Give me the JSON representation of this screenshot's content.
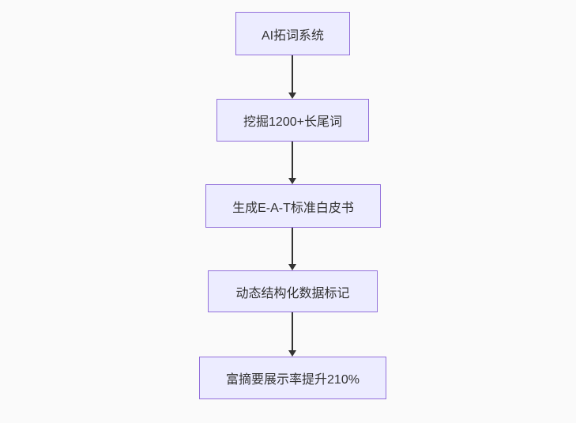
{
  "flowchart": {
    "nodes": [
      {
        "label": "AI拓词系统"
      },
      {
        "label": "挖掘1200+长尾词"
      },
      {
        "label": "生成E-A-T标准白皮书"
      },
      {
        "label": "动态结构化数据标记"
      },
      {
        "label": "富摘要展示率提升210%"
      }
    ],
    "connections": [
      {
        "from": 0,
        "to": 1
      },
      {
        "from": 1,
        "to": 2
      },
      {
        "from": 2,
        "to": 3
      },
      {
        "from": 3,
        "to": 4
      }
    ],
    "colors": {
      "node_fill": "#ECECFF",
      "node_border": "#9370DB",
      "node_text": "#333333",
      "arrow": "#333333",
      "background": "#FAFAFA"
    }
  }
}
